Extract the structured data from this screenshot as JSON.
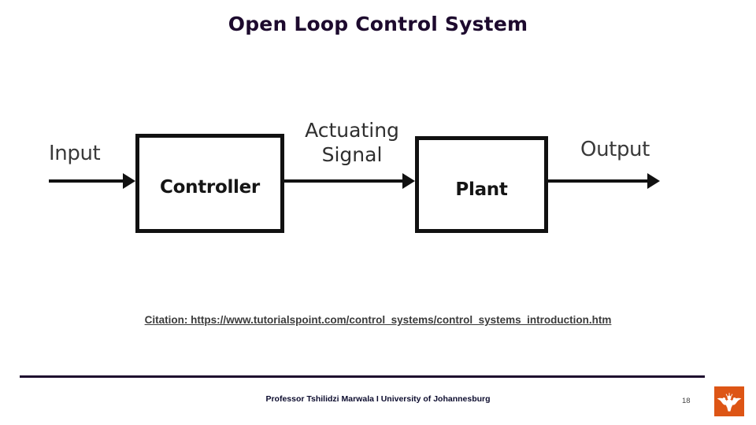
{
  "slide": {
    "title": "Open Loop Control System",
    "title_color": "#1d0a2e",
    "background_color": "#ffffff"
  },
  "diagram": {
    "type": "block-diagram",
    "name": "open-loop-control-system-block-diagram",
    "blocks": [
      {
        "id": "controller",
        "label": "Controller"
      },
      {
        "id": "plant",
        "label": "Plant"
      }
    ],
    "signals": [
      {
        "id": "input",
        "label": "Input",
        "from": "external",
        "to": "controller"
      },
      {
        "id": "actuating",
        "label_line1": "Actuating",
        "label_line2": "Signal",
        "from": "controller",
        "to": "plant"
      },
      {
        "id": "output",
        "label": "Output",
        "from": "plant",
        "to": "external"
      }
    ],
    "stroke_color": "#111111"
  },
  "citation": {
    "text": "Citation: https://www.tutorialspoint.com/control_systems/control_systems_introduction.htm",
    "color": "#3b3b3b"
  },
  "footer": {
    "presenter": "Professor Tshilidzi Marwala  I  University of Johannesburg",
    "page_number": "18",
    "rule_color": "#1d0a2e",
    "logo": {
      "name": "uj-bird-logo",
      "background_color": "#dd5515",
      "mark_color": "#ffffff"
    }
  }
}
